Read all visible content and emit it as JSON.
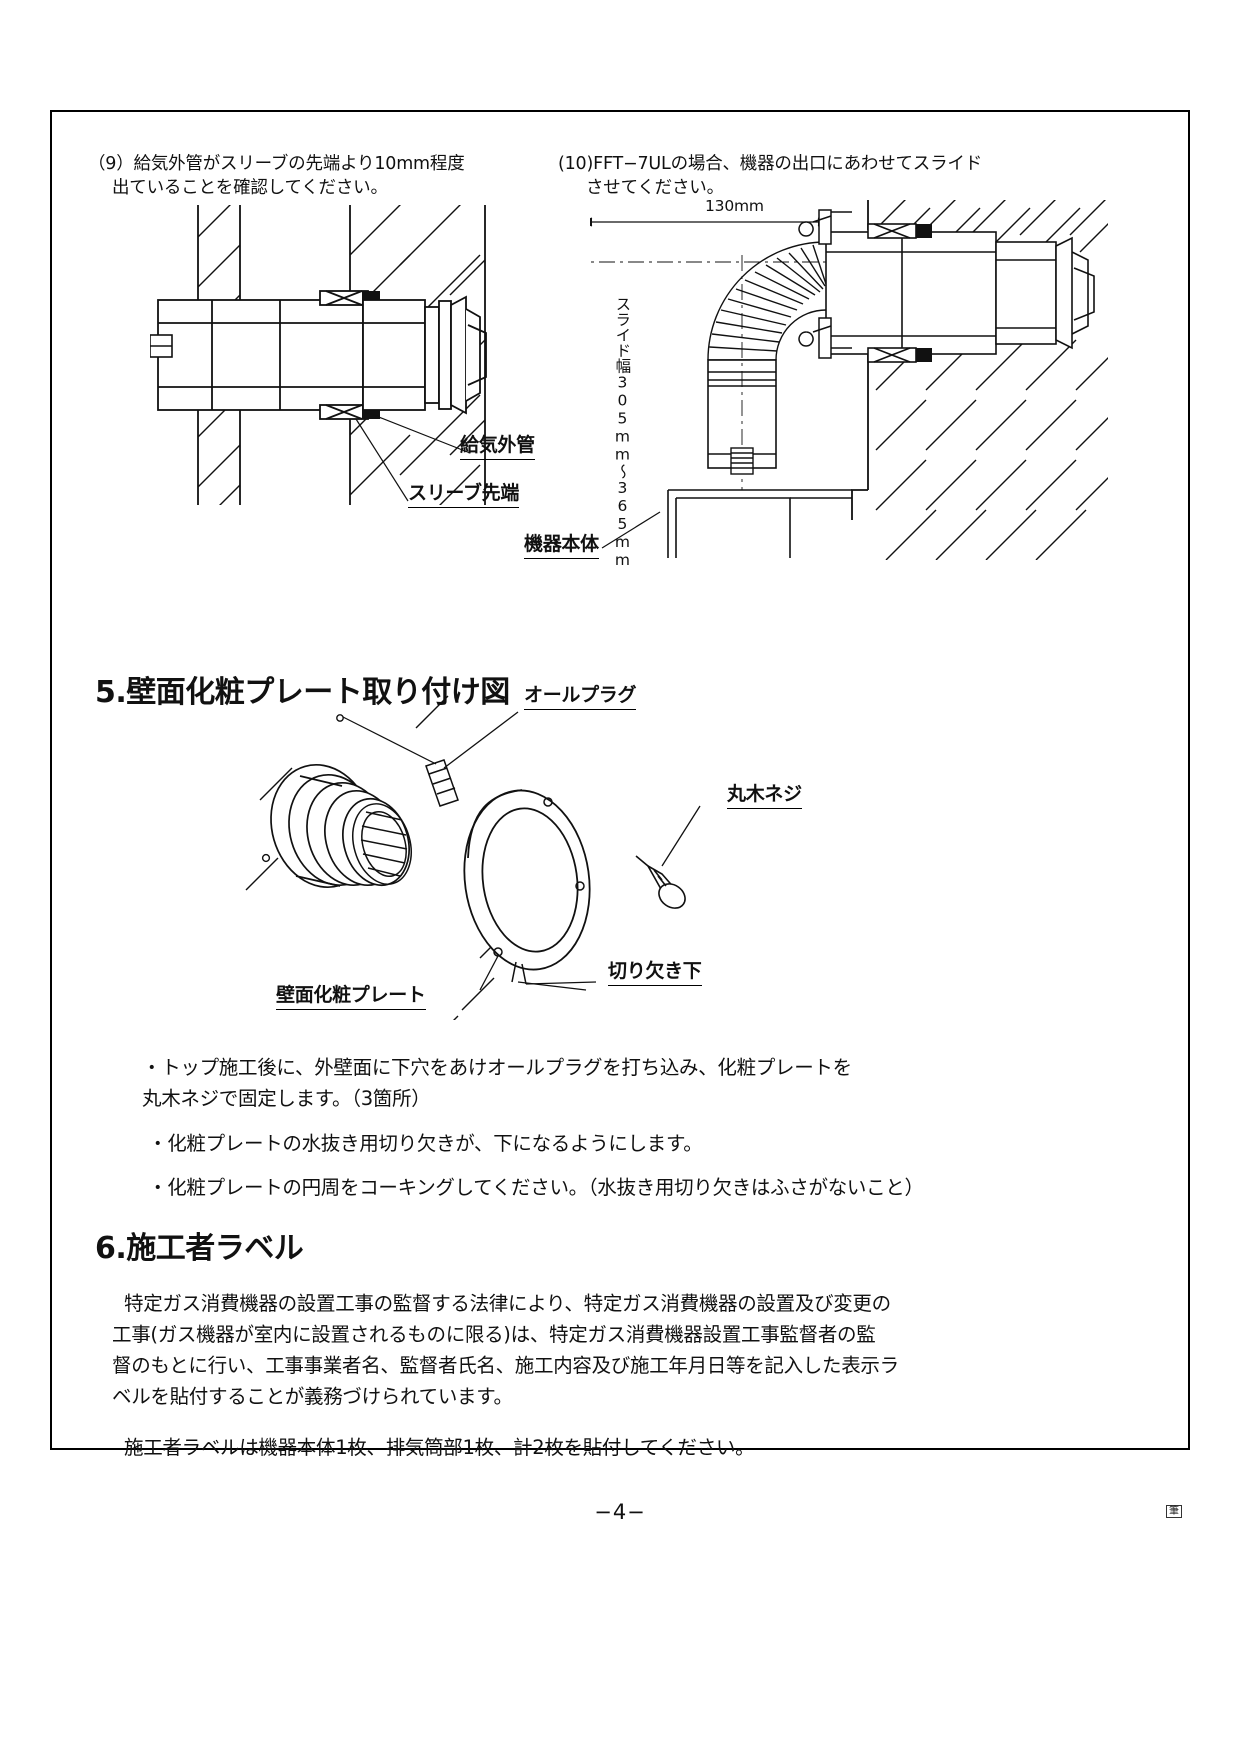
{
  "page": {
    "number": "−4−",
    "corner_mark": "筆"
  },
  "figures": {
    "fig9": {
      "caption_line1": "（9）給気外管がスリーブの先端より10mm程度",
      "caption_line2": "出ていることを確認してください。",
      "labels": {
        "intake_outer_pipe": "給気外管",
        "sleeve_tip": "スリーブ先端"
      }
    },
    "fig10": {
      "caption_line1": "(10)FFT−7ULの場合、機器の出口にあわせてスライド",
      "caption_line2": "させてください。",
      "dimensions": {
        "horizontal": "130mm",
        "vertical": "スライド幅305mm〜365mm"
      },
      "labels": {
        "appliance_body": "機器本体"
      }
    }
  },
  "section5": {
    "heading": "5.壁面化粧プレート取り付け図",
    "labels": {
      "all_plug": "オールプラグ",
      "round_wood_screw": "丸木ネジ",
      "wall_trim_plate": "壁面化粧プレート",
      "notch_bottom": "切り欠き下"
    },
    "bullets": [
      {
        "line1": "・トップ施工後に、外壁面に下穴をあけオールプラグを打ち込み、化粧プレートを",
        "line2": "丸木ネジで固定します。（3箇所）"
      },
      {
        "line1": "・化粧プレートの水抜き用切り欠きが、下になるようにします。",
        "line2": ""
      },
      {
        "line1": "・化粧プレートの円周をコーキングしてください。（水抜き用切り欠きはふさがないこと）",
        "line2": ""
      }
    ]
  },
  "section6": {
    "heading": "6.施工者ラベル",
    "paragraph1": [
      "特定ガス消費機器の設置工事の監督する法律により、特定ガス消費機器の設置及び変更の",
      "工事(ガス機器が室内に設置されるものに限る)は、特定ガス消費機器設置工事監督者の監",
      "督のもとに行い、工事事業者名、監督者氏名、施工内容及び施工年月日等を記入した表示ラ",
      "ベルを貼付することが義務づけられています。"
    ],
    "paragraph2": [
      "施工者ラベルは機器本体1枚、排気筒部1枚、計2枚を貼付してください。"
    ]
  },
  "colors": {
    "ink": "#111111",
    "rule": "#000000",
    "paper": "#ffffff"
  }
}
